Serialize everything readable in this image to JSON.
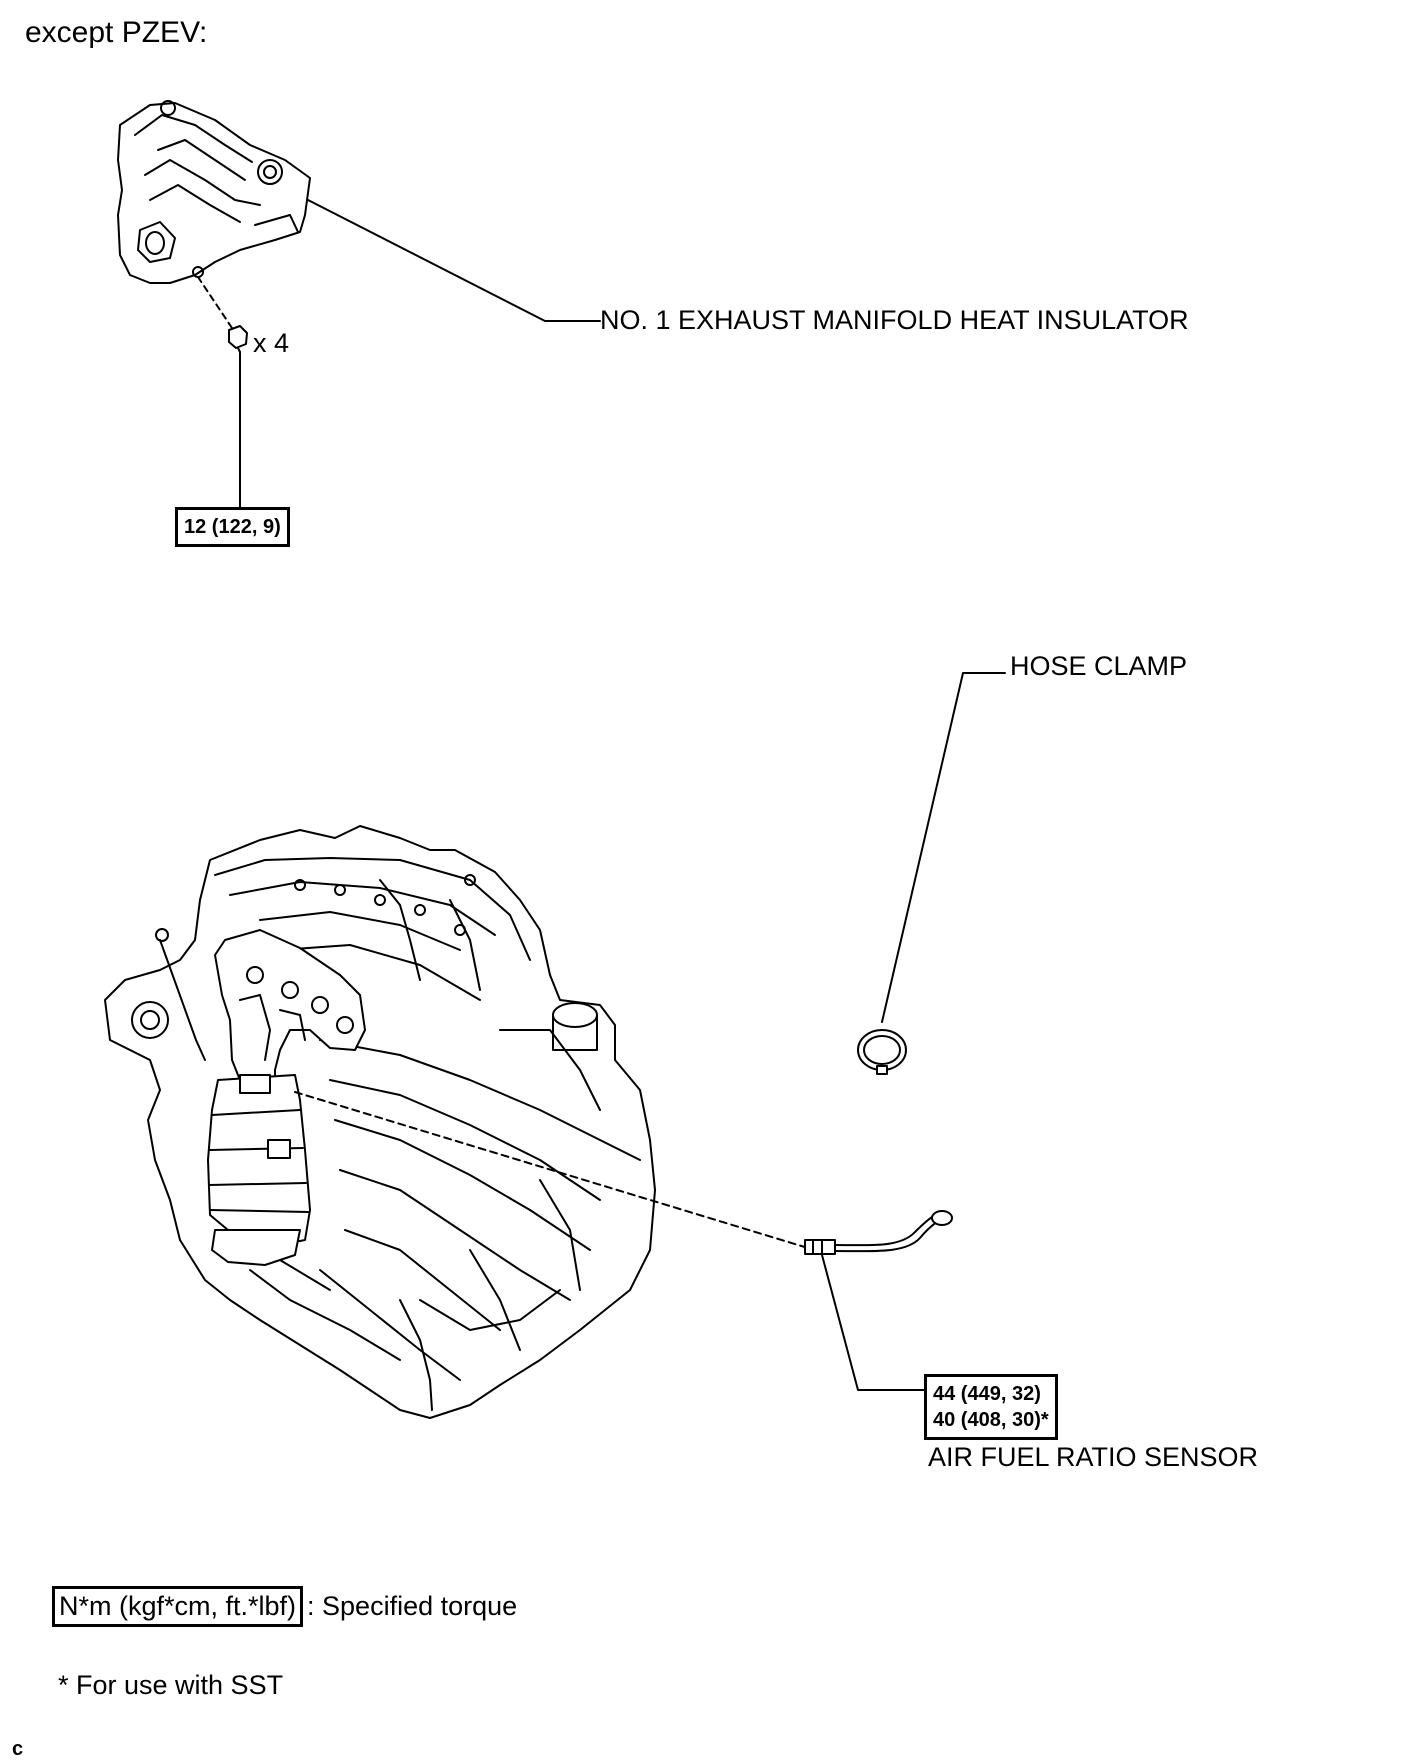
{
  "header": {
    "title": "except PZEV:"
  },
  "parts": {
    "heat_insulator": {
      "name": "NO. 1 EXHAUST MANIFOLD HEAT INSULATOR",
      "bolt_qty": "x 4",
      "torque": "12 (122, 9)"
    },
    "hose_clamp": {
      "name": "HOSE CLAMP"
    },
    "af_sensor": {
      "name": "AIR FUEL RATIO SENSOR",
      "torque_line1": "44 (449, 32)",
      "torque_line2": "40 (408, 30)*"
    }
  },
  "legend": {
    "unit": "N*m (kgf*cm, ft.*lbf)",
    "desc": ": Specified torque",
    "footnote": "* For use with SST"
  },
  "corner_mark": "c"
}
